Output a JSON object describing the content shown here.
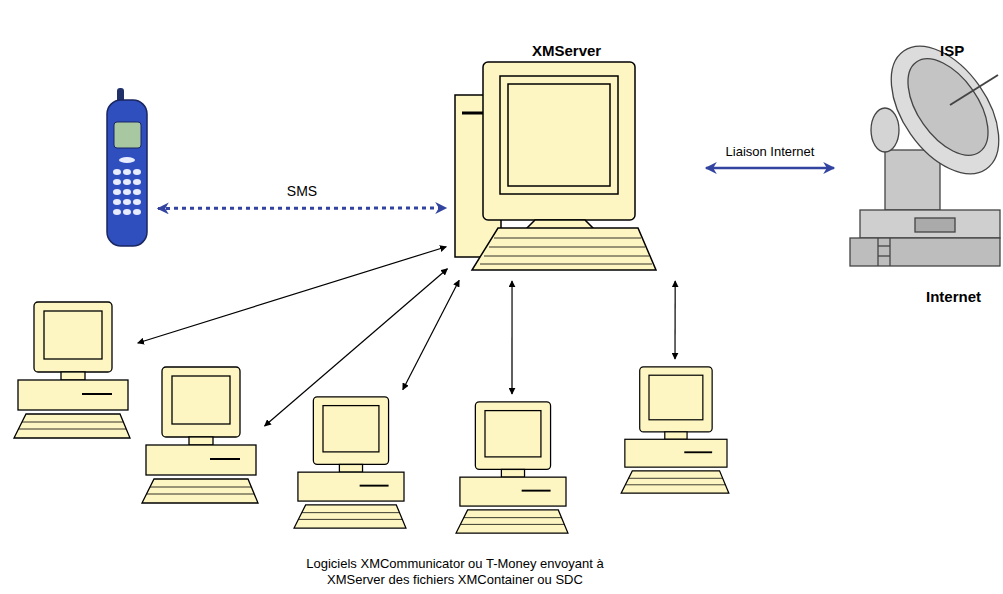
{
  "diagram": {
    "caption": "Logiciels XMCommunicator ou T-Money envoyant à XMServer des fichiers XMContainer ou SDC",
    "nodes": [
      {
        "text": [
          "XMServer"
        ]
      },
      {
        "text": [
          "ISP",
          "Internet"
        ]
      },
      {
        "text": []
      },
      {
        "text": []
      },
      {
        "text": []
      },
      {
        "text": []
      },
      {
        "text": []
      },
      {
        "text": []
      }
    ],
    "edges": [
      {
        "from": 2,
        "to": 0,
        "arrow": "both",
        "label": "SMS"
      },
      {
        "from": 0,
        "to": 1,
        "arrow": "both",
        "label": "Liaison Internet"
      },
      {
        "from": 3,
        "to": 0,
        "arrow": "both"
      },
      {
        "from": 4,
        "to": 0,
        "arrow": "both"
      },
      {
        "from": 5,
        "to": 0,
        "arrow": "both"
      },
      {
        "from": 6,
        "to": 0,
        "arrow": "both"
      },
      {
        "from": 7,
        "to": 0,
        "arrow": "both"
      }
    ]
  }
}
